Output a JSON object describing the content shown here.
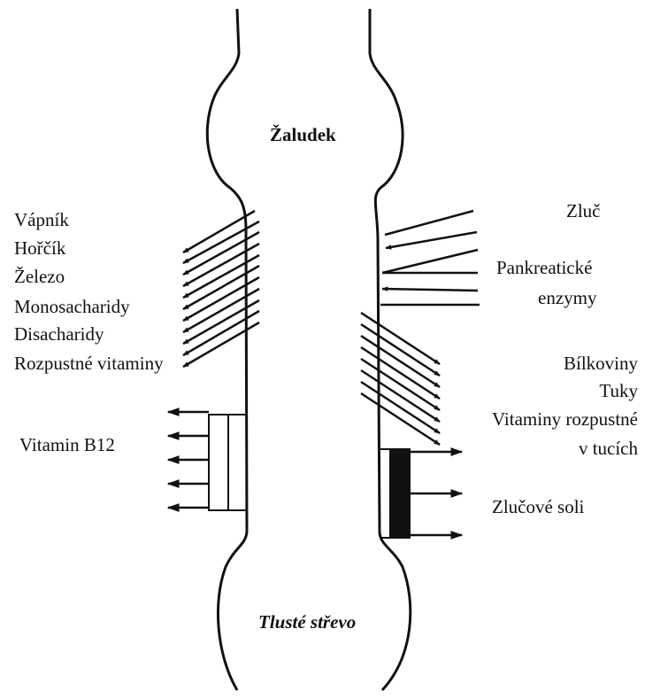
{
  "colors": {
    "ink": "#111111",
    "background": "#ffffff"
  },
  "organs": {
    "stomach": "Žaludek",
    "colon": "Tlusté střevo"
  },
  "left_absorbed": [
    "Vápník",
    "Hořčík",
    "Železo",
    "Monosacharidy",
    "Disacharidy",
    "Rozpustné vitaminy"
  ],
  "left_lower": [
    "Vitamin B12"
  ],
  "right_inputs": [
    "Zluč",
    "Pankreatické",
    "enzymy"
  ],
  "right_absorbed": [
    "Bílkoviny",
    "Tuky",
    "Vitaminy rozpustné",
    "v tucích"
  ],
  "right_lower": [
    "Zlučové soli"
  ]
}
